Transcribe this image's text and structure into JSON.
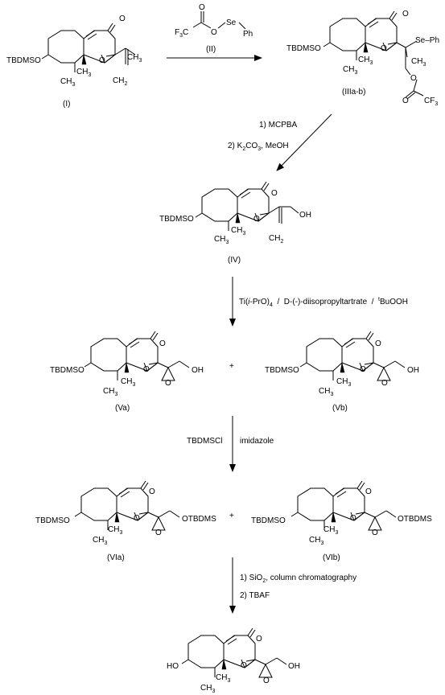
{
  "compounds": {
    "I": {
      "id": "(I)",
      "tbdmso": "TBDMSO",
      "ch3_top": "CH",
      "ch3_top_sub": "3",
      "ch3_a": "CH",
      "ch3_a_sub": "3",
      "ch3_b": "CH",
      "ch3_b_sub": "3",
      "o": "O",
      "ch2": "CH",
      "ch2_sub": "2"
    },
    "II": {
      "id": "(II)",
      "f3c": "F",
      "f3c_sub": "3",
      "c": "C",
      "o": "O",
      "se": "Se",
      "ph": "Ph"
    },
    "IIIab": {
      "id": "(IIIa-b)",
      "tbdmso": "TBDMSO",
      "se_ph": "Se–Ph",
      "ch3_a": "CH",
      "ch3_a_sub": "3",
      "ch3_b": "CH",
      "ch3_b_sub": "3",
      "ch3_c": "CH",
      "ch3_c_sub": "3",
      "o": "O",
      "o2": "O",
      "cf3": "CF",
      "cf3_sub": "3"
    },
    "IV": {
      "id": "(IV)",
      "tbdmso": "TBDMSO",
      "ch3_a": "CH",
      "ch3_a_sub": "3",
      "ch3_b": "CH",
      "ch3_b_sub": "3",
      "o": "O",
      "oh": "OH",
      "ch2": "CH",
      "ch2_sub": "2"
    },
    "Va": {
      "id": "(Va)",
      "tbdmso": "TBDMSO",
      "ch3_a": "CH",
      "ch3_a_sub": "3",
      "ch3_b": "CH",
      "ch3_b_sub": "3",
      "o": "O",
      "o_ep": "O",
      "oh": "OH"
    },
    "Vb": {
      "id": "(Vb)",
      "tbdmso": "TBDMSO",
      "ch3_a": "CH",
      "ch3_a_sub": "3",
      "ch3_b": "CH",
      "ch3_b_sub": "3",
      "o": "O",
      "o_ep": "O",
      "oh": "OH"
    },
    "VIa": {
      "id": "(VIa)",
      "tbdmso": "TBDMSO",
      "ch3_a": "CH",
      "ch3_a_sub": "3",
      "ch3_b": "CH",
      "ch3_b_sub": "3",
      "o": "O",
      "o_ep": "O",
      "otbdms": "OTBDMS"
    },
    "VIb": {
      "id": "(VIb)",
      "tbdmso": "TBDMSO",
      "ch3_a": "CH",
      "ch3_a_sub": "3",
      "ch3_b": "CH",
      "ch3_b_sub": "3",
      "o": "O",
      "o_ep": "O",
      "otbdms": "OTBDMS"
    },
    "final": {
      "ho": "HO",
      "ch3_a": "CH",
      "ch3_a_sub": "3",
      "ch3_b": "CH",
      "ch3_b_sub": "3",
      "o": "O",
      "o_ep": "O",
      "oh": "OH"
    }
  },
  "plus": "+",
  "steps": {
    "s1": {
      "reagent_id": "(II)"
    },
    "s2": {
      "line1": "1) MCPBA",
      "line2_a": "2) K",
      "line2_sub1": "2",
      "line2_b": "CO",
      "line2_sub2": "3",
      "line2_c": ", MeOH"
    },
    "s3": {
      "a": "Ti(",
      "b": "i",
      "c": "-PrO)",
      "sub": "4",
      "d": "  /  D-(-)-diisopropyltartrate  /  ",
      "sup": "t",
      "e": "BuOOH"
    },
    "s4": {
      "left": "TBDMSCl",
      "right": "imidazole"
    },
    "s5": {
      "line1_a": "1) SiO",
      "line1_sub": "2",
      "line1_b": ", column chromatography",
      "line2": "2) TBAF"
    }
  }
}
